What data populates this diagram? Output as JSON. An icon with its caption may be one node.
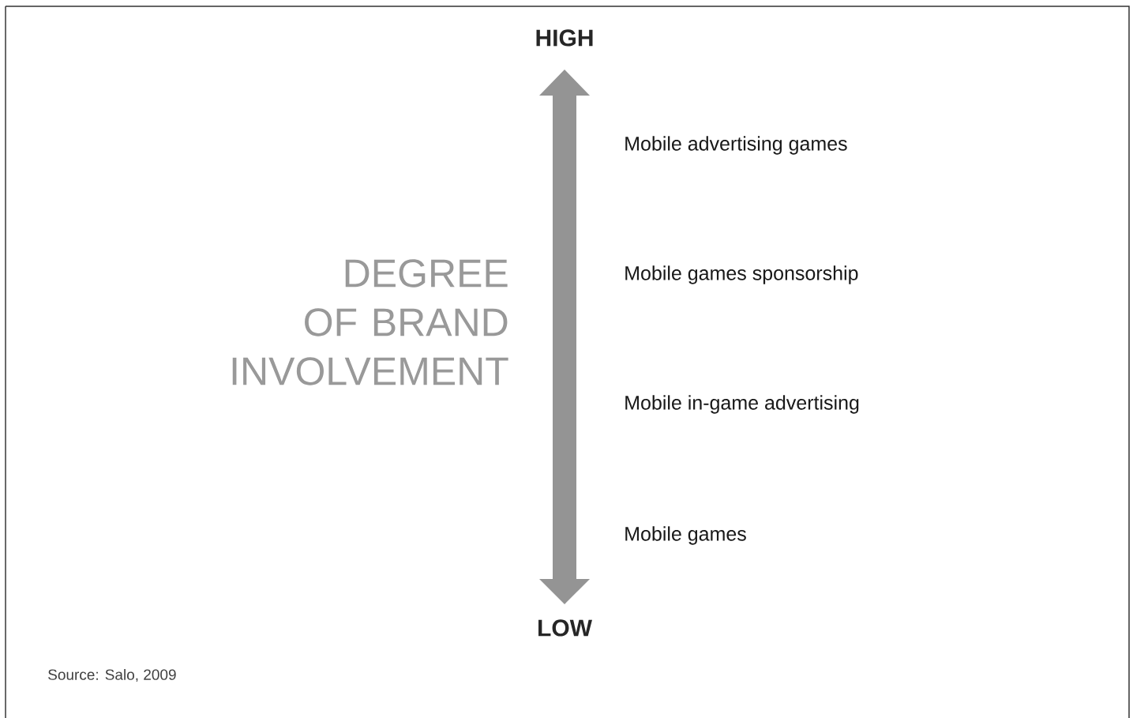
{
  "diagram": {
    "labels": [
      "HIGH",
      "DEGREE OF BRAND INVOLVEMENT",
      "Mobile advertising games",
      "Mobile games sponsorship",
      "Mobile in-game advertising",
      "Mobile games",
      "LOW",
      "Source: Salo, 2009"
    ]
  }
}
